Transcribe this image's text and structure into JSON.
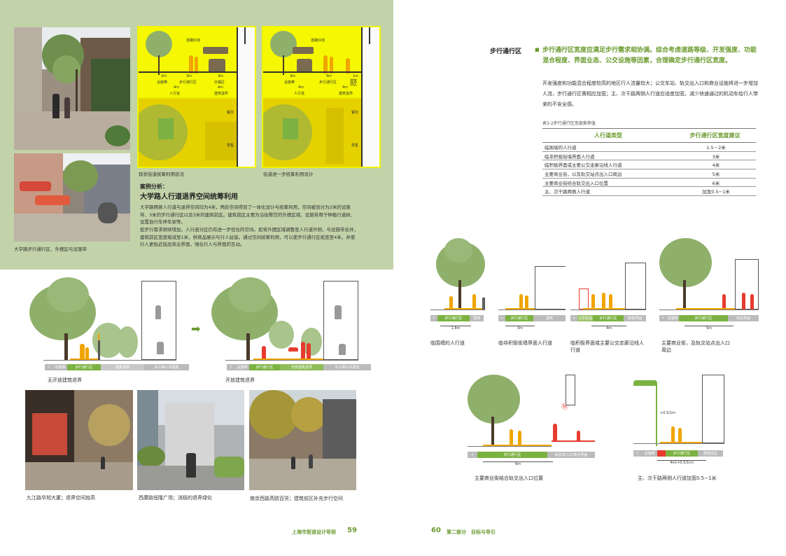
{
  "left_page": {
    "photo_caption_1": "大学路步行通行区、外摆区与设施带",
    "plan_1": {
      "caption": "现状街道统筹利用状况",
      "line_label": "道路红线",
      "widths": [
        "2m",
        "3m",
        "3m"
      ],
      "zones": [
        "设施带",
        "步行通行区",
        "外摆区"
      ],
      "span_4m": "4m",
      "groups": [
        "人行道",
        "建筑退界"
      ],
      "side_labels": [
        "餐饮",
        "零售"
      ]
    },
    "plan_2": {
      "caption": "街道进一步统筹利用设计",
      "line_label": "道路红线",
      "widths": [
        "3m",
        "4m",
        "1m"
      ],
      "zones": [
        "设施带",
        "步行通行区",
        "建筑前区"
      ],
      "span_4m": "4m",
      "groups": [
        "人行道",
        "建筑退界"
      ],
      "side_labels": [
        "餐饮",
        "零售"
      ]
    },
    "case_label": "案例分析：",
    "case_title": "大学路人行道退界空间统筹利用",
    "case_body_1": "大学路两侧人行道与退界空间均为4米，两处空间得到了一体化设计与统筹利用，空间被划分为2米的设施带、3米的步行通行区以及3米的建筑前区。建筑前区主要为沿街餐饮的外摆区域，设施带用于种植行道树、设置自行车停车架等。",
    "case_body_2": "如步行需求继续增加，人行道分区仍有进一步优化的空间。如将外摆区域调整至人行道外侧，与设施带合并，建筑前区宽度缩减至1米，供商品展示与行人驻留。通过空间统筹利用，可以使步行通行区拓宽至4米，并使行人更贴近底层商业界面，强化行人与界面的互动。",
    "section_left": {
      "caption": "无开放建筑退界",
      "bar": [
        "设施带",
        "步行通行区",
        "建筑退界",
        "办公等公共建筑"
      ]
    },
    "section_right": {
      "caption": "开放建筑退界",
      "bar": [
        "设施带",
        "步行通行区",
        "开放建筑退界",
        "办公等公共建筑"
      ]
    },
    "arrow_glyph": "➡",
    "photos_bottom": [
      "九江路华旭大厦；退界空间抬高",
      "西康路恒隆广场；消极的退界绿化",
      "南京西路芮欧百货；建筑前区补充步行空间"
    ],
    "footer": {
      "title": "上海市街道设计导则",
      "page": "59"
    }
  },
  "right_page": {
    "side_heading": "步行通行区",
    "bullet_glyph": "■",
    "lead": "步行通行区宽度应满足步行需求相协调。综合考虑道路等级、开发强度、功能混合程度、界面业态、公交设施等因素，合理确定步行通行区宽度。",
    "body": "开发强度和功能混合程度较高的地区行人流量较大；公交车站、轨交出入口和商业设施将进一步增加人流，步行通行区需相应加宽；主、次干路两侧人行道应适度加宽，减少快速通过的机动车给行人带来的不安全感。",
    "table_caption": "表3-2步行通行区宽度推荐值",
    "table": {
      "headers": [
        "人行道类型",
        "步行通行区宽度建议"
      ],
      "rows": [
        [
          "临围墙的人行道",
          "1.5－2米"
        ],
        [
          "临非积极街墙界面人行道",
          "3米"
        ],
        [
          "临积极界面或主要公交走廊沿线人行道",
          "4米"
        ],
        [
          "主要商业街，以及轨交站点出入口周边",
          "5米"
        ],
        [
          "主要商业街结合轨交出入口位置",
          "6米"
        ],
        [
          "主、次干路两侧人行道",
          "加宽0.5−1米"
        ]
      ]
    },
    "diagrams": [
      {
        "width": "1.8m",
        "caption": "临围墙的人行道",
        "bar": [
          "步行通行区",
          "围墙"
        ]
      },
      {
        "width": "3m",
        "caption": "临非积极街墙界面人行道",
        "bar": [
          "步行通行区",
          "建筑"
        ]
      },
      {
        "width": "4m",
        "caption": "临积极界面或主要公交走廊沿线人行道",
        "bar": [
          "公交车站",
          "步行通行区",
          "积极界面"
        ]
      },
      {
        "width": "5m",
        "caption": "主要商业街，及轨交站点出入口周边",
        "bar": [
          "设施带",
          "步行通行区",
          "商业界面"
        ]
      },
      {
        "width": "6m",
        "caption": "主要商业街结合轨交出入口位置",
        "bar": [
          "步行通行区",
          "轨交出入口/商业界面"
        ],
        "metro_glyph": "Ⓜ"
      },
      {
        "width": "4m(+0.5/1m)",
        "extra": "+0.5/1m",
        "caption": "主、次干路两侧人行道加宽0.5−1米",
        "bar": [
          "设施带",
          "步行通行区",
          "建筑前区"
        ]
      }
    ],
    "footer": {
      "page": "60",
      "title": "第二部分　目标与导引"
    }
  },
  "colors": {
    "panel_green": "#c2d3a9",
    "accent_green": "#6a9b2e",
    "tree_green": "#8fb06b",
    "plan_yellow": "#e4ea00",
    "orange": "#f0a500",
    "red_figure": "#e63b2e"
  }
}
